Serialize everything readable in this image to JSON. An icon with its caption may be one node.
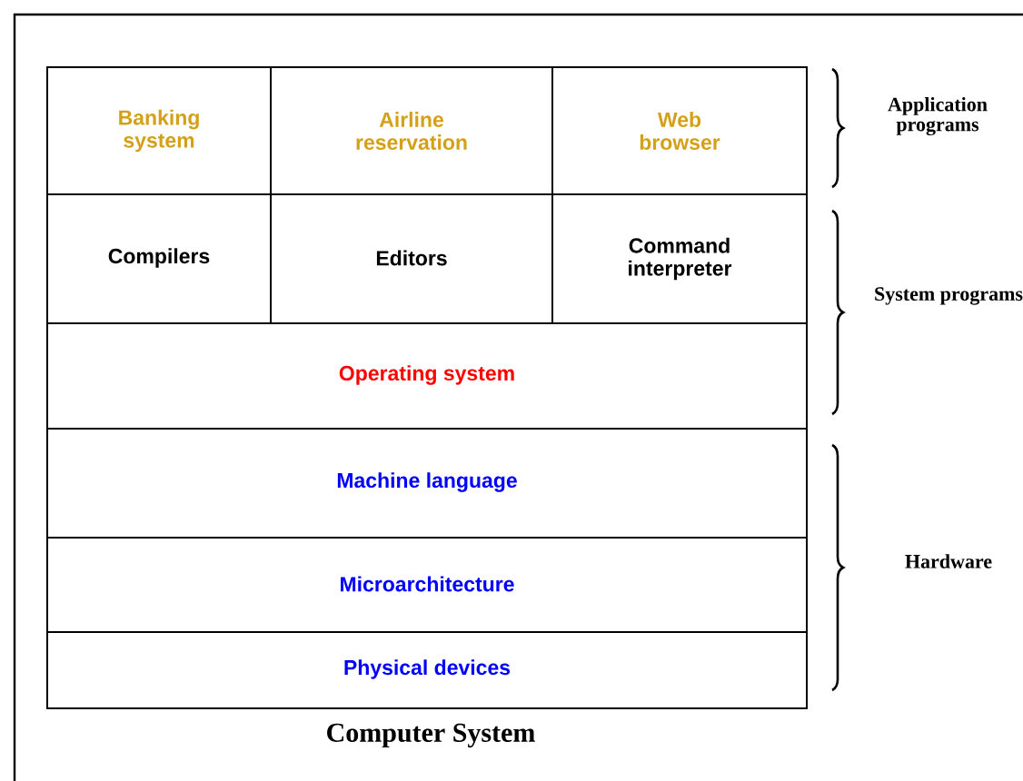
{
  "diagram": {
    "caption": "Computer System",
    "nodes": [
      {
        "text": [
          "Banking system"
        ]
      },
      {
        "text": [
          "Airline reservation"
        ]
      },
      {
        "text": [
          "Web browser"
        ]
      },
      {
        "text": [
          "Compilers"
        ]
      },
      {
        "text": [
          "Editors"
        ]
      },
      {
        "text": [
          "Command interpreter"
        ]
      },
      {
        "text": [
          "Operating system"
        ]
      },
      {
        "text": [
          "Machine language"
        ]
      },
      {
        "text": [
          "Microarchitecture"
        ]
      },
      {
        "text": [
          "Physical devices"
        ]
      }
    ],
    "labels": [
      "Application programs",
      "System programs",
      "Hardware"
    ]
  }
}
